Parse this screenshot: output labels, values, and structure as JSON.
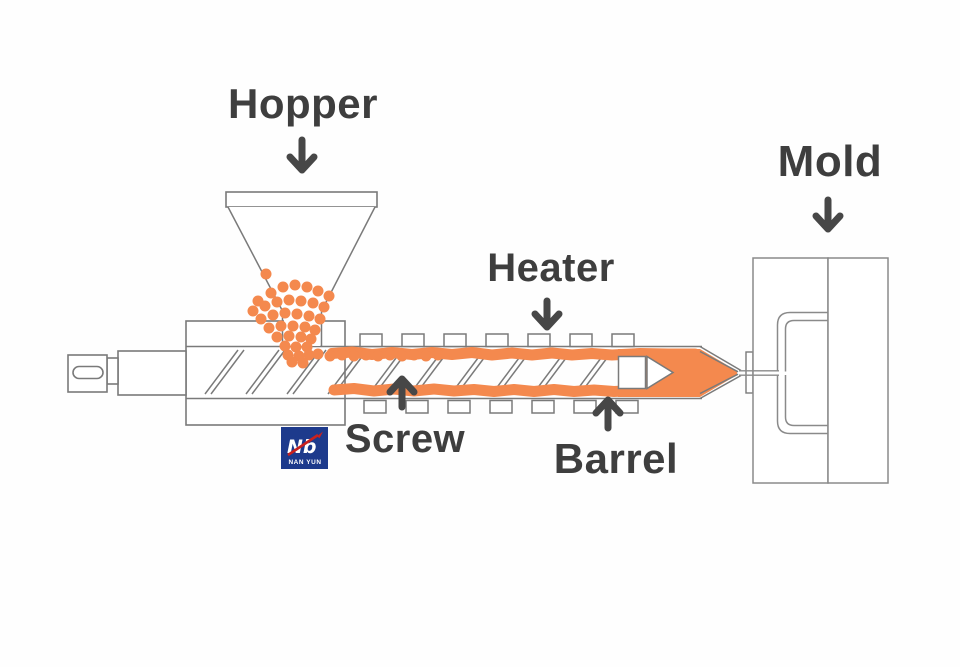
{
  "diagram": {
    "labels": {
      "hopper": "Hopper",
      "heater": "Heater",
      "mold": "Mold",
      "screw": "Screw",
      "barrel": "Barrel"
    },
    "logo": {
      "brand": "NAN YUN",
      "mark": "Nb"
    },
    "colors": {
      "melt_orange": "#F4894E",
      "outline_gray": "#7A7A7A",
      "label_dark": "#3E3E3E",
      "logo_blue": "#1D3A8C",
      "logo_red": "#C9211E",
      "background": "#FEFEFE"
    }
  }
}
